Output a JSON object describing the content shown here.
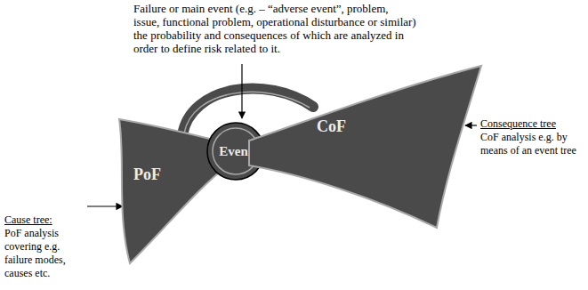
{
  "diagram": {
    "nodes": [
      {
        "text": [
          "PoF"
        ]
      },
      {
        "text": [
          "Event"
        ]
      },
      {
        "text": [
          "CoF"
        ]
      }
    ],
    "labels": [
      "Failure or main event (e.g. – “adverse event”, problem, issue, functional problem, operational disturbance or similar) the probability and consequences of which are analyzed in order to define risk related to it.",
      "Cause tree:",
      "PoF analysis covering e.g. failure modes, causes etc.",
      "Consequence tree",
      "CoF analysis e.g. by means of an event tree"
    ]
  }
}
